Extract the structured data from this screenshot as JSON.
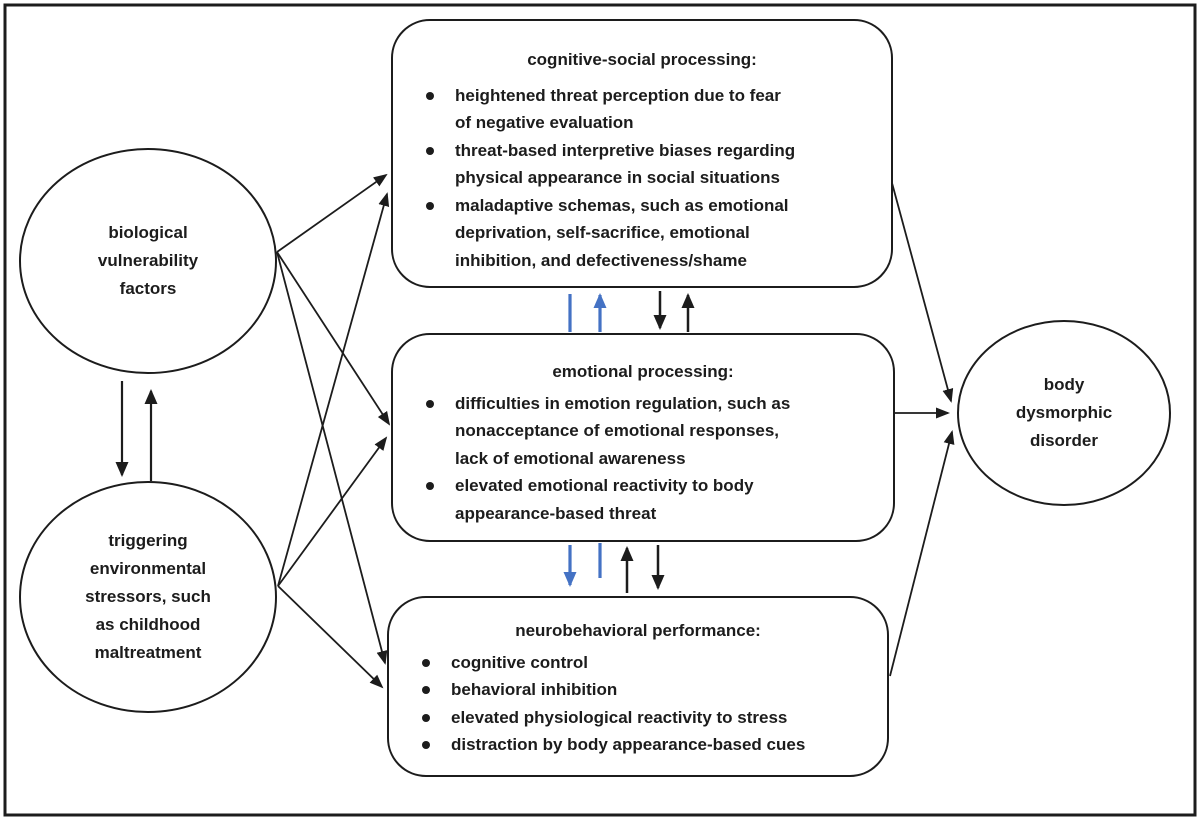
{
  "colors": {
    "line": "#1c1c1c",
    "blue_arrow": "#4472C4"
  },
  "circles": [
    {
      "id": "biological-vulnerability",
      "lines": [
        "biological",
        "vulnerability",
        "factors"
      ]
    },
    {
      "id": "environmental-stressors",
      "lines": [
        "triggering",
        "environmental",
        "stressors, such",
        "as childhood",
        "maltreatment"
      ]
    },
    {
      "id": "body-dysmorphic-disorder",
      "lines": [
        "body",
        "dysmorphic",
        "disorder"
      ]
    }
  ],
  "boxes": [
    {
      "id": "cognitive-social",
      "title": "cognitive-social processing:",
      "items": [
        [
          "heightened threat perception due to fear",
          "of negative evaluation"
        ],
        [
          "threat-based interpretive biases regarding",
          "physical appearance in social situations"
        ],
        [
          "maladaptive schemas, such as emotional",
          "deprivation, self-sacrifice, emotional",
          "inhibition, and defectiveness/shame"
        ]
      ]
    },
    {
      "id": "emotional",
      "title": "emotional processing:",
      "items": [
        [
          "difficulties in emotion regulation, such as",
          "nonacceptance of emotional responses,",
          "lack of emotional awareness"
        ],
        [
          "elevated emotional reactivity to body",
          "appearance-based threat"
        ]
      ]
    },
    {
      "id": "neurobehavioral",
      "title": "neurobehavioral performance:",
      "items": [
        [
          "cognitive control"
        ],
        [
          "behavioral inhibition"
        ],
        [
          "elevated physiological reactivity to stress"
        ],
        [
          "distraction by body appearance-based cues"
        ]
      ]
    }
  ],
  "connections": [
    {
      "from": "biological-vulnerability",
      "to": "environmental-stressors",
      "style": "two-opposing-arrows",
      "color": "black"
    },
    {
      "from": "biological-vulnerability",
      "to": "cognitive-social",
      "color": "black"
    },
    {
      "from": "biological-vulnerability",
      "to": "emotional",
      "color": "black"
    },
    {
      "from": "biological-vulnerability",
      "to": "neurobehavioral",
      "color": "black"
    },
    {
      "from": "environmental-stressors",
      "to": "cognitive-social",
      "color": "black"
    },
    {
      "from": "environmental-stressors",
      "to": "emotional",
      "color": "black"
    },
    {
      "from": "environmental-stressors",
      "to": "neurobehavioral",
      "color": "black"
    },
    {
      "from": "cognitive-social",
      "to": "emotional",
      "style": "two-opposing-arrows",
      "color": "black"
    },
    {
      "from": "emotional",
      "to": "neurobehavioral",
      "style": "two-opposing-arrows",
      "color": "black"
    },
    {
      "from": "cognitive-social",
      "to": "neurobehavioral",
      "style": "two-opposing-arrows-passing-behind-emotional",
      "color": "blue"
    },
    {
      "from": "cognitive-social",
      "to": "body-dysmorphic-disorder",
      "color": "black"
    },
    {
      "from": "emotional",
      "to": "body-dysmorphic-disorder",
      "color": "black"
    },
    {
      "from": "neurobehavioral",
      "to": "body-dysmorphic-disorder",
      "color": "black"
    }
  ]
}
